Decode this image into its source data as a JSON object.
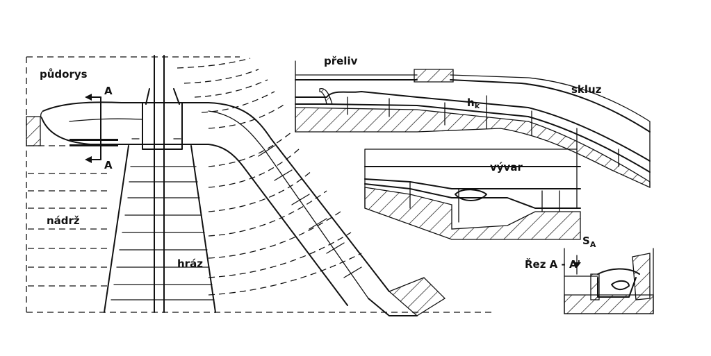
{
  "labels": {
    "pudorys": "půdorys",
    "nadrz": "nádrž",
    "hraz": "hráz",
    "preliv": "přeliv",
    "skluz": "skluz",
    "vyvar": "vývar",
    "rez": "Řez A - A'",
    "hk": "h",
    "hk_sub": "k",
    "sa": "S",
    "sa_sub": "A",
    "mark_a_top": "A",
    "mark_a_bottom": "A"
  }
}
